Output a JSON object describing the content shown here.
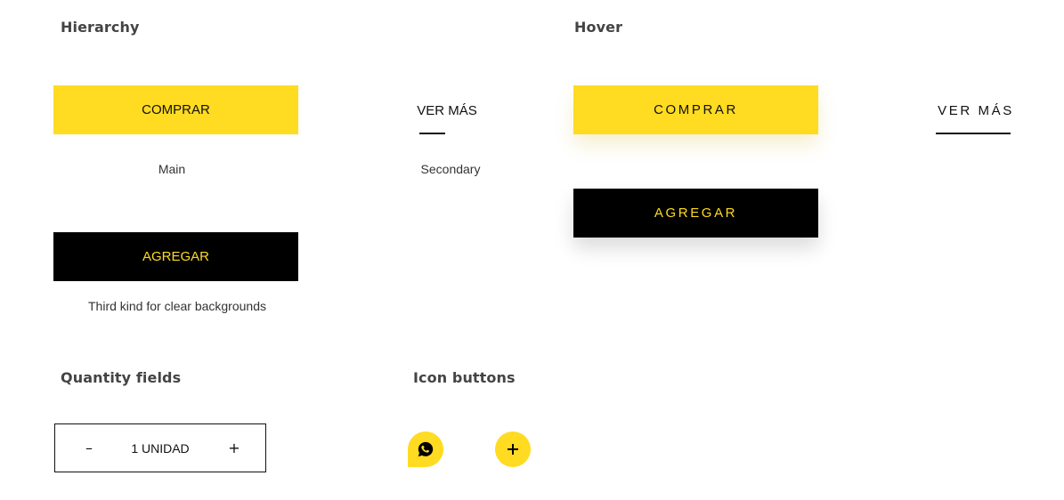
{
  "hierarchy": {
    "title": "Hierarchy",
    "main_button": "COMPRAR",
    "main_caption": "Main",
    "secondary_button": "VER MÁS",
    "secondary_caption": "Secondary",
    "third_button": "AGREGAR",
    "third_caption": "Third kind for clear backgrounds"
  },
  "hover": {
    "title": "Hover",
    "main_button": "COMPRAR",
    "secondary_button": "VER MÁS",
    "third_button": "AGREGAR"
  },
  "quantity": {
    "title": "Quantity fields",
    "minus": "–",
    "value": "1 UNIDAD",
    "plus": "+"
  },
  "icon_buttons": {
    "title": "Icon buttons",
    "buttons": [
      {
        "icon": "whatsapp-icon"
      },
      {
        "icon": "plus-icon"
      }
    ]
  },
  "colors": {
    "accent": "#FFDB22",
    "dark": "#000000",
    "text": "#111111"
  }
}
